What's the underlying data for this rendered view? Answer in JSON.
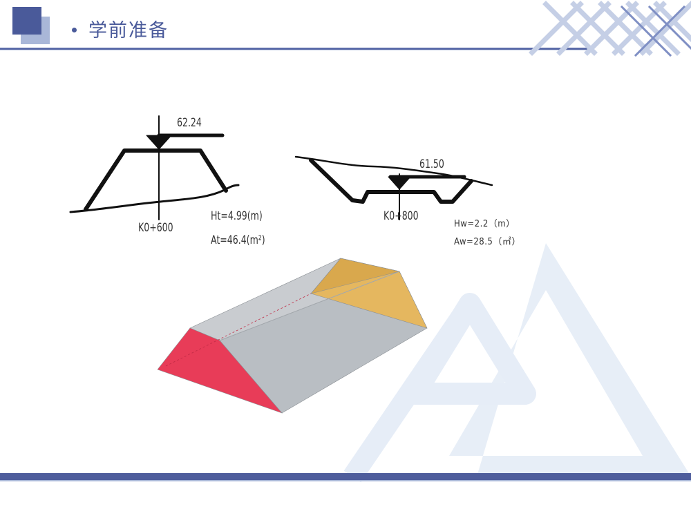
{
  "slide": {
    "title": "学前准备"
  },
  "embankment_section": {
    "elevation": "62.24",
    "station": "K0+600",
    "height_label": "Ht=4.99(m)",
    "area_label": "At=46.4(m²)"
  },
  "cutting_section": {
    "elevation": "61.50",
    "station": "K0+800",
    "height_label": "Hw=2.2（m）",
    "area_label": "Aw=28.5（㎡）"
  },
  "colors": {
    "accent": "#4a5a9a",
    "header_rule": "#5a6aa8",
    "bottom_band": "#4e5d9c",
    "watermark": "#e4ecf6",
    "prism_front": "#e8405a",
    "prism_back": "#e8b860",
    "prism_top": "#c7cacd",
    "prism_side": "#b8bdc1"
  }
}
